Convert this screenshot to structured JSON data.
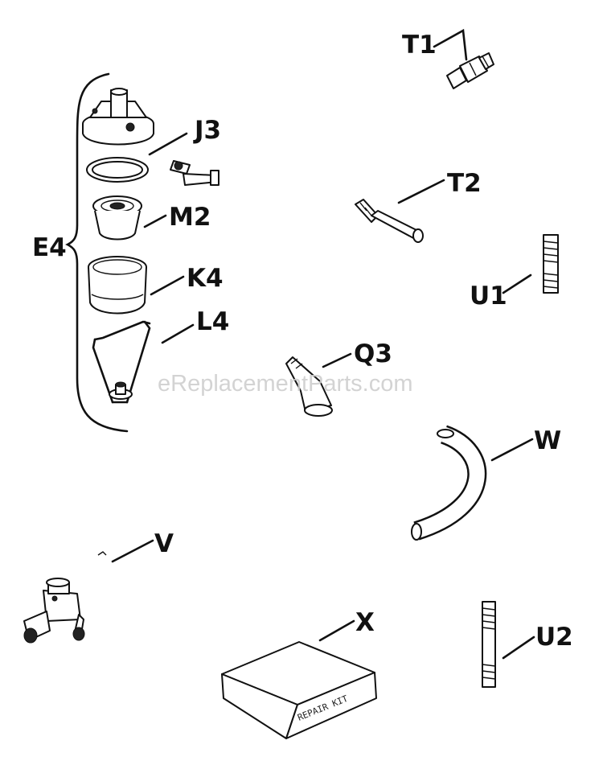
{
  "labels": {
    "t1": "T1",
    "j3": "J3",
    "t2": "T2",
    "m2": "M2",
    "e4": "E4",
    "u1": "U1",
    "k4": "K4",
    "l4": "L4",
    "q3": "Q3",
    "w": "W",
    "v": "V",
    "x": "X",
    "u2": "U2"
  },
  "watermark": "eReplacementParts.com",
  "repair_kit_text": "REPAIR KIT"
}
